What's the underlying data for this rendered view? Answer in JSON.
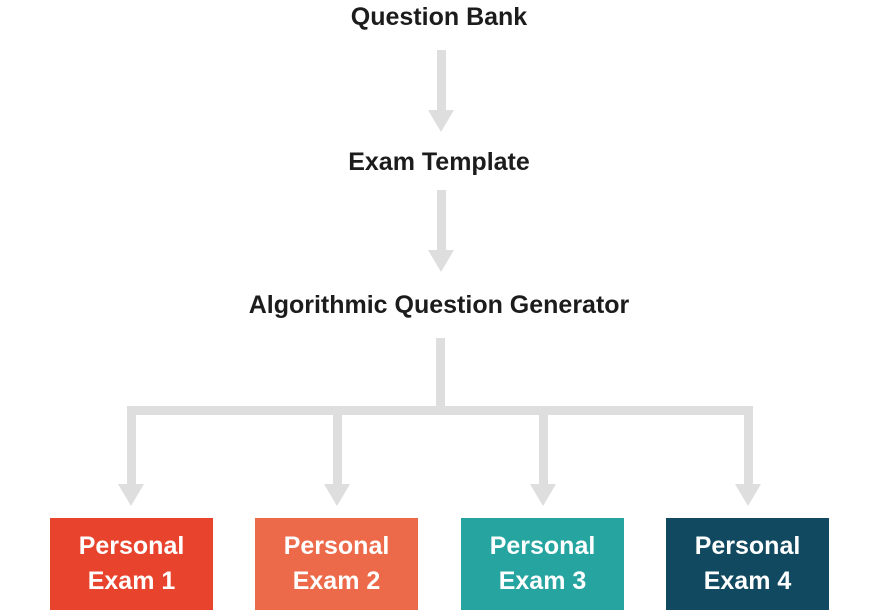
{
  "diagram": {
    "flow_nodes": [
      {
        "label": "Question Bank"
      },
      {
        "label": "Exam Template"
      },
      {
        "label": "Algorithmic Question Generator"
      }
    ],
    "exam_boxes": [
      {
        "label": "Personal Exam 1",
        "color": "#e8432d"
      },
      {
        "label": "Personal Exam 2",
        "color": "#ec6a49"
      },
      {
        "label": "Personal Exam 3",
        "color": "#25a4a0"
      },
      {
        "label": "Personal Exam 4",
        "color": "#114a60"
      }
    ],
    "connector_color": "#dedede",
    "text_color": "#1c1c1c",
    "box_text_color": "#ffffff"
  }
}
